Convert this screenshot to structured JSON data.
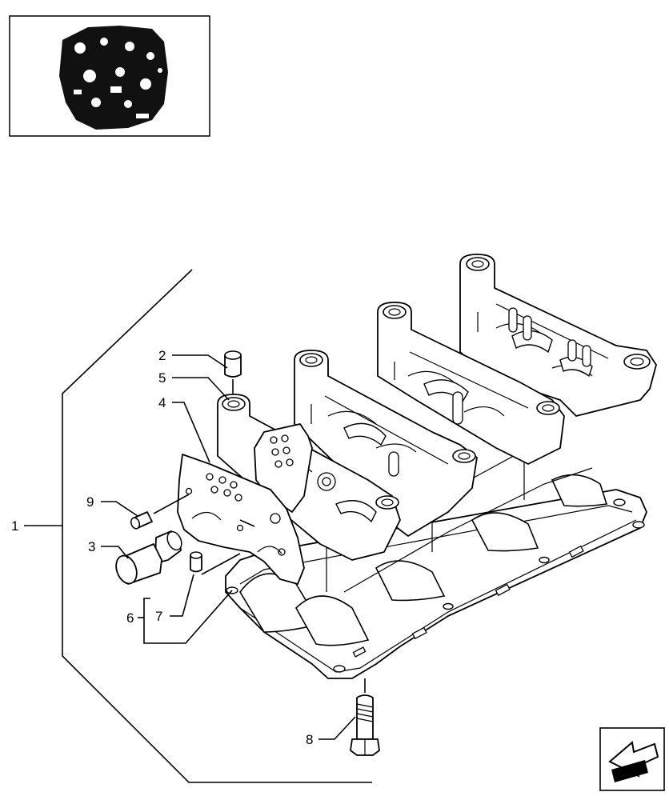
{
  "callouts": [
    {
      "id": "1",
      "label": "1"
    },
    {
      "id": "2",
      "label": "2"
    },
    {
      "id": "3",
      "label": "3"
    },
    {
      "id": "4",
      "label": "4"
    },
    {
      "id": "5",
      "label": "5"
    },
    {
      "id": "6",
      "label": "6"
    },
    {
      "id": "7",
      "label": "7"
    },
    {
      "id": "8",
      "label": "8"
    },
    {
      "id": "9",
      "label": "9"
    }
  ],
  "thumbnail": {
    "icon": "engine-thumbnail"
  },
  "navigation": {
    "icon": "back-arrow-icon"
  }
}
